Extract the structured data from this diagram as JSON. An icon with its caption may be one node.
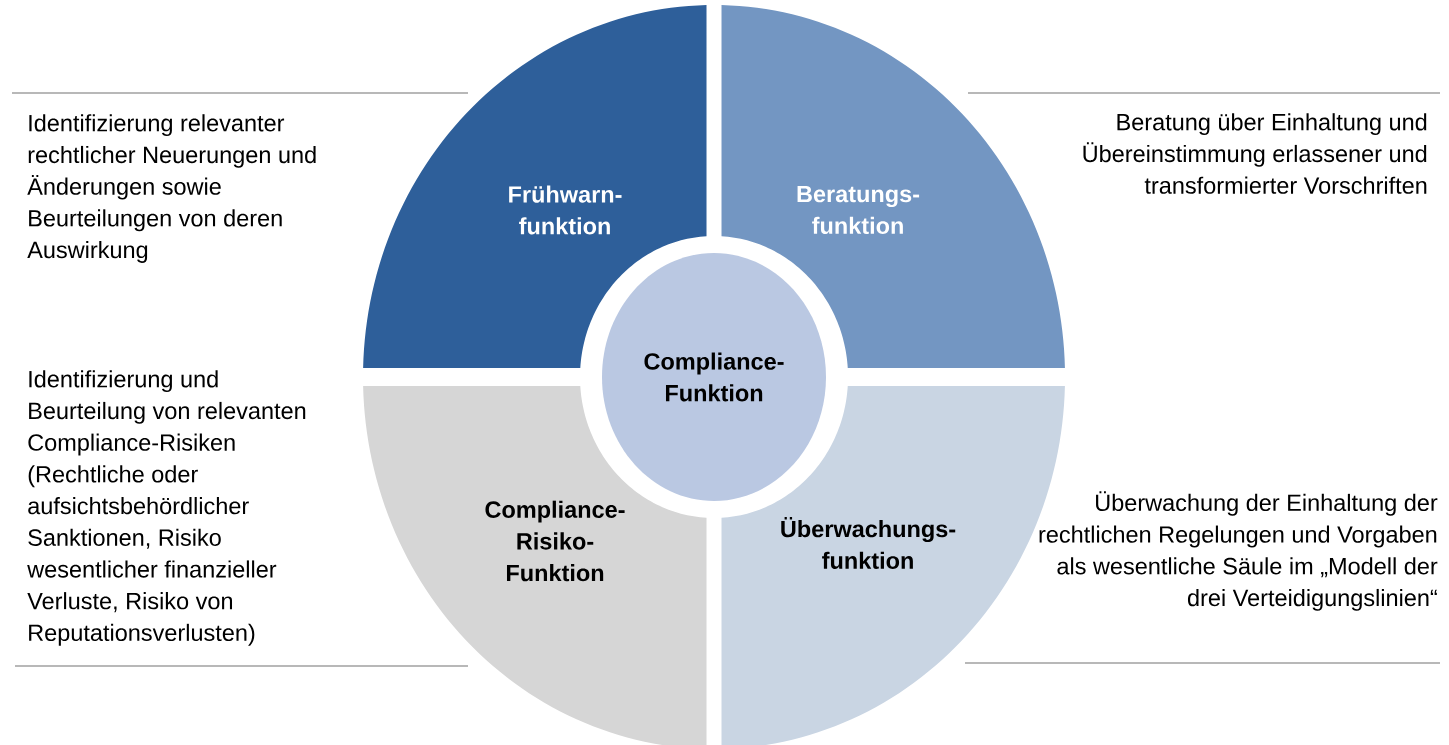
{
  "diagram": {
    "nodes": [
      {
        "text": [
          "Frühwarn- funktion"
        ]
      },
      {
        "text": [
          "Beratungs- funktion"
        ]
      },
      {
        "text": [
          "Compliance- Funktion"
        ]
      },
      {
        "text": [
          "Compliance- Risiko- Funktion"
        ]
      },
      {
        "text": [
          "Überwachungs- funktion"
        ]
      }
    ],
    "labels": [
      "Identifizierung relevanter rechtlicher Neuerungen und Änderungen sowie Beurteilungen von deren Auswirkung",
      "Beratung über Einhaltung und Übereinstimmung erlassener und transformierter Vorschriften",
      "Identifizierung und Beurteilung von relevanten Compliance-Risiken (Rechtliche oder aufsichtsbehördlicher Sanktionen, Risiko wesentlicher finanzieller Verluste, Risiko von Reputationsverlusten)",
      "Überwachung der Einhaltung der rechtlichen Regelungen und Vorgaben als wesentliche Säule im „Modell der drei Verteidigungslinien“"
    ]
  }
}
